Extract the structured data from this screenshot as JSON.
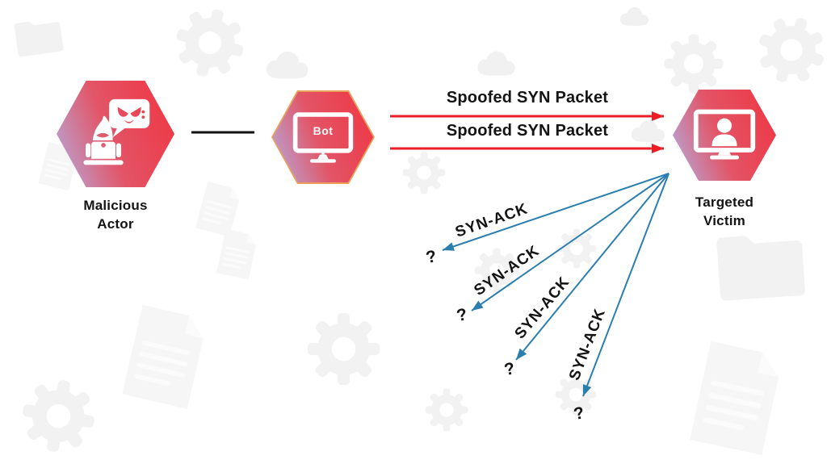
{
  "nodes": {
    "malicious_actor": {
      "label": "Malicious Actor",
      "icon": "hacker-icon"
    },
    "bot": {
      "screen_label": "Bot",
      "icon": "monitor-bot-icon"
    },
    "targeted_victim": {
      "label": "Targeted Victim",
      "icon": "monitor-person-icon"
    }
  },
  "syn_packets": [
    {
      "label": "Spoofed SYN Packet"
    },
    {
      "label": "Spoofed SYN Packet"
    }
  ],
  "syn_acks": [
    {
      "label": "SYN-ACK",
      "destination": "?"
    },
    {
      "label": "SYN-ACK",
      "destination": "?"
    },
    {
      "label": "SYN-ACK",
      "destination": "?"
    },
    {
      "label": "SYN-ACK",
      "destination": "?"
    }
  ],
  "colors": {
    "syn_arrow": "#ee1c25",
    "synack_arrow": "#2a7fb0",
    "connector": "#111111",
    "hex_gradient_start": "#b4aee1",
    "hex_gradient_end": "#ee3a48",
    "bot_hex_border": "#e9a05b",
    "label_text": "#141414",
    "watermark": "#f2f2f2"
  },
  "background_icons": [
    "gear-icon",
    "cloud-icon",
    "document-icon",
    "folder-icon"
  ]
}
